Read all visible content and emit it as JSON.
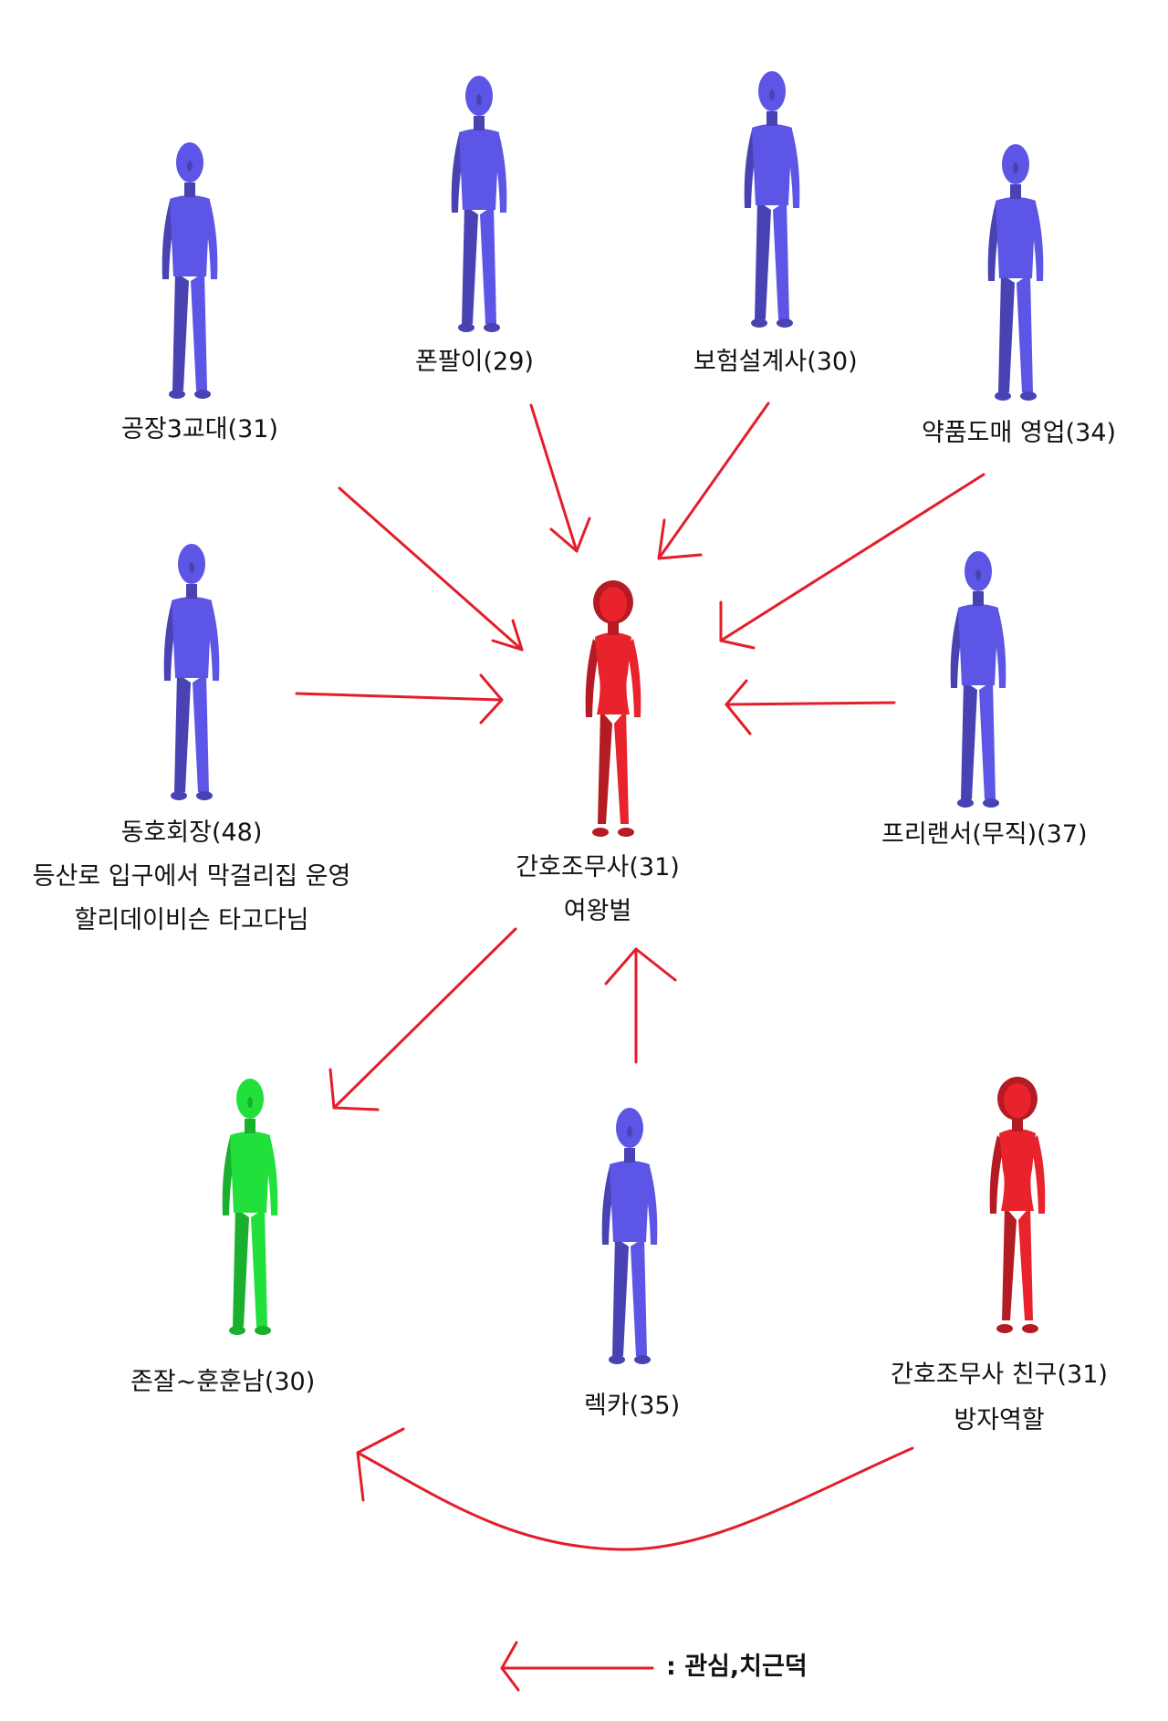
{
  "colors": {
    "male": "#5d55e6",
    "female": "#e8232b",
    "green": "#22e03c",
    "arrow": "#e31e2a"
  },
  "people": {
    "factory": {
      "label": "공장3교대(31)",
      "icon": "male-figure-icon"
    },
    "phone": {
      "label": "폰팔이(29)",
      "icon": "male-figure-icon"
    },
    "insurance": {
      "label": "보험설계사(30)",
      "icon": "male-figure-icon"
    },
    "pharma": {
      "label": "약품도매 영업(34)",
      "icon": "male-figure-icon"
    },
    "club": {
      "label": "동호회장(48)",
      "note1": "등산로 입구에서 막걸리집 운영",
      "note2": "할리데이비슨 타고다님",
      "icon": "male-figure-icon"
    },
    "freelancer": {
      "label": "프리랜서(무직)(37)",
      "icon": "male-figure-icon"
    },
    "nurse": {
      "label": "간호조무사(31)",
      "note1": "여왕벌",
      "icon": "female-figure-icon"
    },
    "handsome": {
      "label": "존잘~훈훈남(30)",
      "icon": "male-figure-icon"
    },
    "rekka": {
      "label": "렉카(35)",
      "icon": "male-figure-icon"
    },
    "friend": {
      "label": "간호조무사 친구(31)",
      "note1": "방자역할",
      "icon": "female-figure-icon"
    }
  },
  "legend": {
    "text": ": 관심,치근덕",
    "icon": "arrow-left-icon"
  }
}
